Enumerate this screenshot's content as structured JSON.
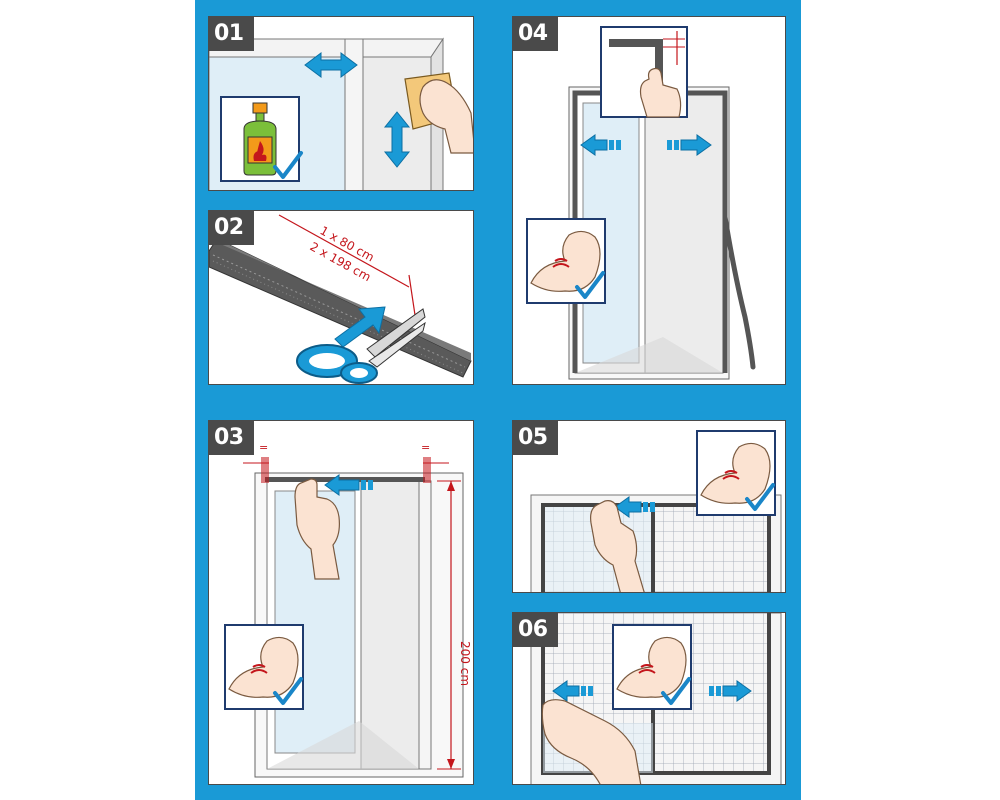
{
  "steps": {
    "s1": "01",
    "s2": "02",
    "s3": "03",
    "s4": "04",
    "s5": "05",
    "s6": "06"
  },
  "step2": {
    "cut_short": "1 x 80 cm",
    "cut_long": "2 x 198 cm"
  },
  "step3": {
    "height": "200 cm",
    "equal_left": "=",
    "equal_right": "="
  },
  "colors": {
    "background": "#1a9ad6",
    "arrow": "#1a9ad6",
    "check": "#1a86c8",
    "dimension": "#c4161c",
    "label_bg": "#4a4a4a"
  },
  "icons": {
    "bottle": "cleaner-bottle-icon",
    "strength": "flexed-arm-icon",
    "check": "checkmark-icon",
    "hand": "hand-icon",
    "scissors": "scissors-icon"
  }
}
